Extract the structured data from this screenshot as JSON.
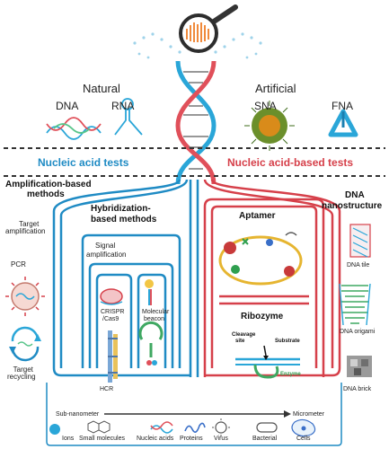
{
  "colors": {
    "blue": "#1f8bc4",
    "red": "#d6404a",
    "dna_blue": "#2aa6d8",
    "dna_red": "#e0505a",
    "orange": "#f08a3c"
  },
  "icons": [
    "magnifier-icon",
    "dna-helix-icon",
    "dna-duplex-icon",
    "rna-hairpin-icon",
    "sna-particle-icon",
    "fna-tetrahedron-icon",
    "pcr-virus-icon",
    "recycling-icon",
    "crispr-icon",
    "molecular-beacon-icon",
    "hcr-icon",
    "aptamer-icon",
    "ribozyme-icon",
    "dna-tile-icon",
    "dna-origami-icon",
    "dna-brick-icon",
    "ion-icon",
    "molecule-icon",
    "nucleic-acid-icon",
    "protein-icon",
    "virus-icon",
    "bacterium-icon",
    "cell-icon"
  ],
  "top": {
    "natural": "Natural",
    "artificial": "Artificial",
    "dna": "DNA",
    "rna": "RNA",
    "sna": "SNA",
    "fna": "FNA"
  },
  "tests": {
    "left": "Nucleic acid tests",
    "right": "Nucleic acid-based tests"
  },
  "left_panel": {
    "amplification_line1": "Amplification-based",
    "amplification_line2": "methods",
    "target_amp_line1": "Target",
    "target_amp_line2": "amplification",
    "pcr": "PCR",
    "target_rec_line1": "Target",
    "target_rec_line2": "recycling",
    "hybrid_line1": "Hybridization-",
    "hybrid_line2": "based methods",
    "signal_line1": "Signal",
    "signal_line2": "amplification",
    "crispr_line1": "CRISPR",
    "crispr_line2": "/Cas9",
    "beacon_line1": "Molecular",
    "beacon_line2": "beacon",
    "hcr": "HCR"
  },
  "right_panel": {
    "aptamer": "Aptamer",
    "ribozyme": "Ribozyme",
    "cleavage_line1": "Cleavage",
    "cleavage_line2": "site",
    "substrate": "Substrate",
    "enzyme": "Enzyme",
    "dna_nano_line1": "DNA",
    "dna_nano_line2": "nanostructure",
    "dna_tile": "DNA tile",
    "dna_origami": "DNA origami",
    "dna_brick": "DNA brick"
  },
  "scale": {
    "left_label": "Sub-nanometer",
    "right_label": "Micrometer",
    "items": [
      "Ions",
      "Small molecules",
      "Nucleic acids",
      "Proteins",
      "Virus",
      "Bacterial",
      "Cells"
    ]
  }
}
